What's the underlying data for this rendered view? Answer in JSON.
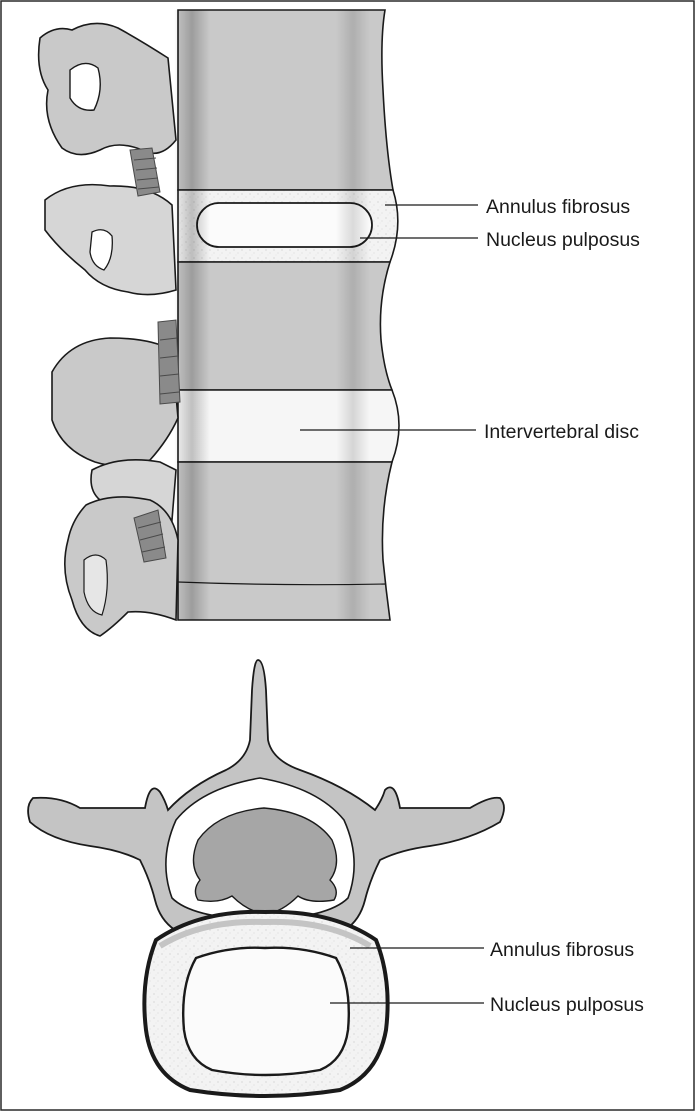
{
  "colors": {
    "bone": "#c9c9c9",
    "bone_dark": "#a5a5a5",
    "cord": "#a9a9a9",
    "outline": "#1a1a1a",
    "disc": "#f2f2f2",
    "ligament": "#6f6f6f"
  },
  "lateral_view": {
    "labels": {
      "annulus": "Annulus fibrosus",
      "nucleus": "Nucleus pulposus",
      "disc": "Intervertebral disc"
    }
  },
  "cross_section": {
    "labels": {
      "annulus": "Annulus fibrosus",
      "nucleus": "Nucleus pulposus"
    }
  }
}
